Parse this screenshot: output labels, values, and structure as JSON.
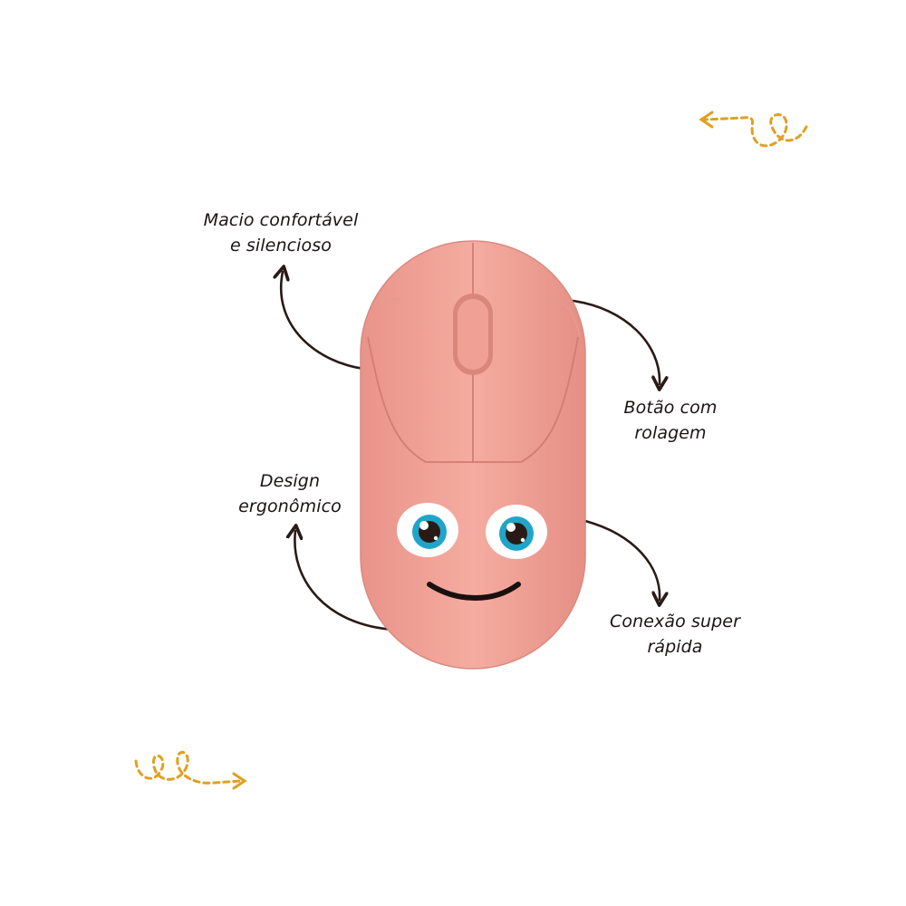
{
  "features": [
    {
      "id": "tl",
      "lines": [
        "Macio confortável",
        "e silencioso"
      ]
    },
    {
      "id": "tr",
      "lines": [
        "Botão com",
        "rolagem"
      ]
    },
    {
      "id": "ml",
      "lines": [
        "Design",
        "ergonômico"
      ]
    },
    {
      "id": "br",
      "lines": [
        "Conexão super",
        "rápida"
      ]
    }
  ],
  "colors": {
    "mouse_body": "#f2a397",
    "mouse_shadow": "#d98a80",
    "arrow": "#2a1a16",
    "doodle": "#e0a020"
  },
  "icons": [
    "curved-arrow-icon",
    "scroll-wheel-icon",
    "dashed-doodle-icon"
  ]
}
